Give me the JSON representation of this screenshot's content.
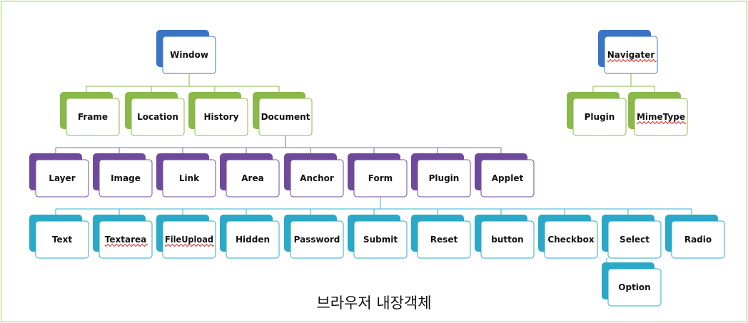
{
  "caption": "브라우저 내장객체",
  "colors": {
    "window": "#3a74c4",
    "level1": "#8ab84a",
    "level2": "#6f4a9c",
    "level3": "#2aa9c8",
    "connector_level1": "#8ab84a",
    "connector_level2": "#8a63b0",
    "connector_level3": "#34b0cf",
    "frame": "#9acd5a"
  },
  "trees": [
    {
      "root": "Window",
      "children": [
        {
          "label": "Frame"
        },
        {
          "label": "Location"
        },
        {
          "label": "History"
        },
        {
          "label": "Document",
          "children": [
            {
              "label": "Layer"
            },
            {
              "label": "Image"
            },
            {
              "label": "Link"
            },
            {
              "label": "Area"
            },
            {
              "label": "Anchor"
            },
            {
              "label": "Form",
              "children": [
                {
                  "label": "Text"
                },
                {
                  "label": "Textarea"
                },
                {
                  "label": "FileUpload"
                },
                {
                  "label": "Hidden"
                },
                {
                  "label": "Password"
                },
                {
                  "label": "Submit"
                },
                {
                  "label": "Reset"
                },
                {
                  "label": "button"
                },
                {
                  "label": "Checkbox"
                },
                {
                  "label": "Select",
                  "children": [
                    {
                      "label": "Option"
                    }
                  ]
                },
                {
                  "label": "Radio"
                }
              ]
            },
            {
              "label": "Plugin"
            },
            {
              "label": "Applet"
            }
          ]
        }
      ]
    },
    {
      "root": "Navigater",
      "children": [
        {
          "label": "Plugin"
        },
        {
          "label": "MimeType"
        }
      ]
    }
  ]
}
